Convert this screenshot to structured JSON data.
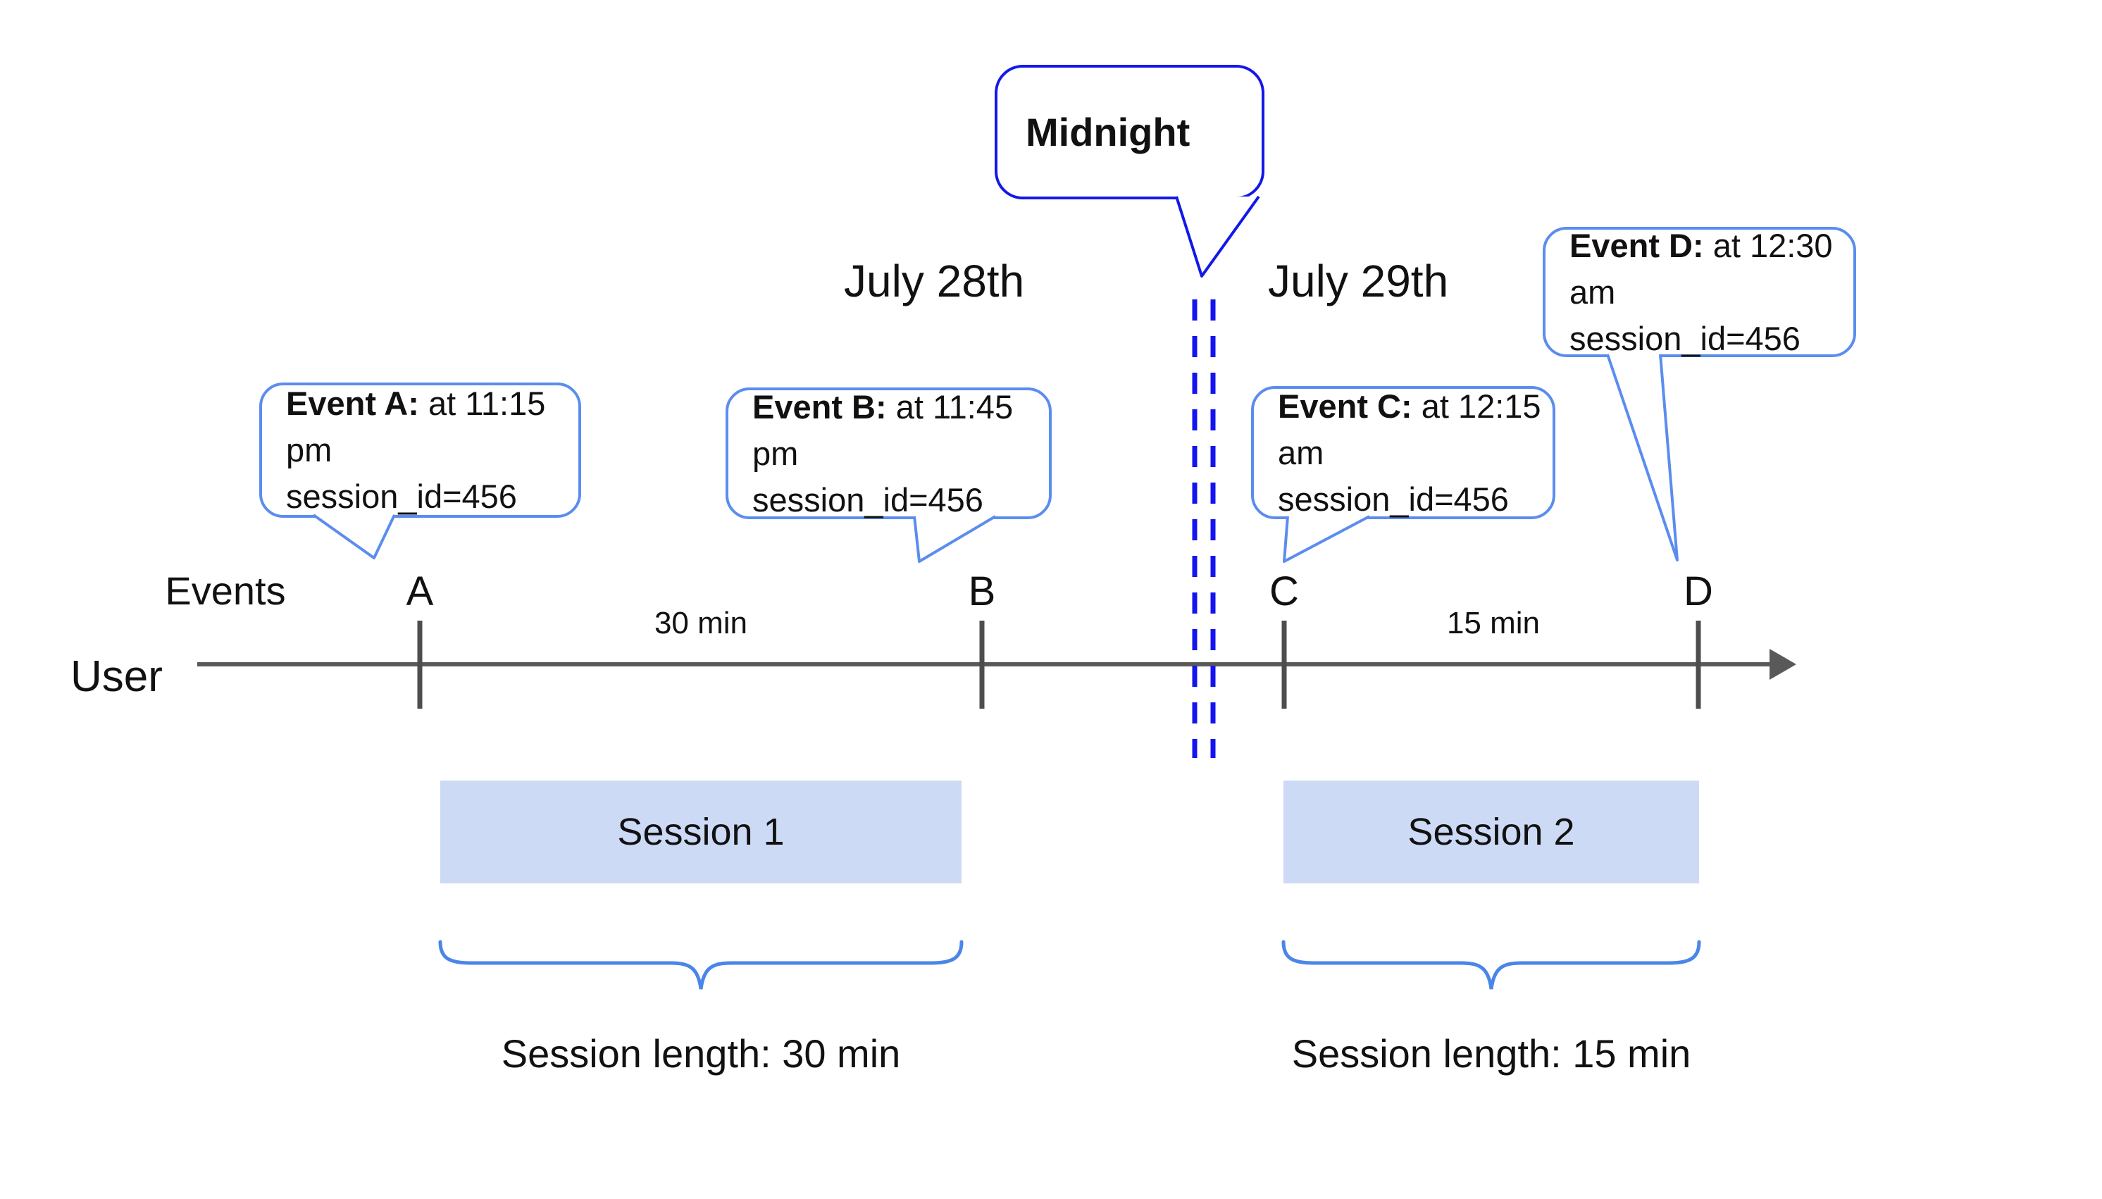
{
  "colors": {
    "event_bubble_border": "#5b8def",
    "midnight_bubble_border": "#1318e8",
    "dashed_midnight_line": "#1414f0",
    "session_box_fill": "#ccdaf5",
    "timeline_gray": "#595959",
    "brace_blue": "#4a86e8",
    "text": "#111111",
    "background": "#ffffff"
  },
  "labels": {
    "events_axis": "Events",
    "user_axis": "User",
    "date_left": "July 28th",
    "date_right": "July 29th",
    "midnight": "Midnight"
  },
  "events": [
    {
      "letter": "A",
      "title": "Event A:",
      "time": " at 11:15 pm",
      "session": "session_id=456"
    },
    {
      "letter": "B",
      "title": "Event B:",
      "time": " at 11:45 pm",
      "session": "session_id=456"
    },
    {
      "letter": "C",
      "title": "Event C:",
      "time": " at 12:15 am",
      "session": "session_id=456"
    },
    {
      "letter": "D",
      "title": "Event D:",
      "time": " at 12:30 am",
      "session": "session_id=456"
    }
  ],
  "intervals": [
    {
      "label": "30 min"
    },
    {
      "label": "15 min"
    }
  ],
  "sessions": [
    {
      "label": "Session 1",
      "length": "Session length: 30 min"
    },
    {
      "label": "Session 2",
      "length": "Session length: 15 min"
    }
  ]
}
